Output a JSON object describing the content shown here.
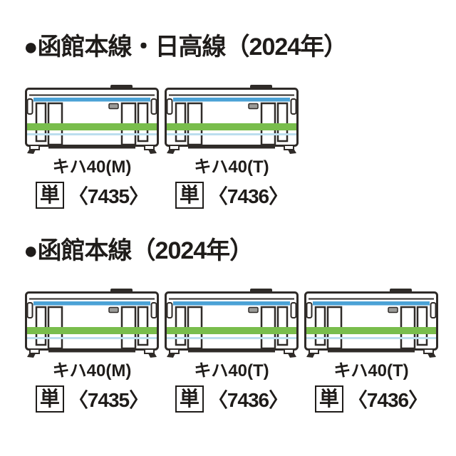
{
  "colors": {
    "outline_dark": "#2f2b28",
    "text_dark": "#1f1c1a",
    "stripe_blue": "#4ba2d6",
    "band_green": "#79bd4c",
    "line_lightblue": "#bcdeee",
    "window_gray": "#9b9b98",
    "page_bg": "#ffffff"
  },
  "sections": [
    {
      "heading": "●函館本線・日高線（2024年）",
      "cars": [
        {
          "name": "キハ40(M)",
          "unit_label": "単",
          "product_number": "〈7435〉"
        },
        {
          "name": "キハ40(T)",
          "unit_label": "単",
          "product_number": "〈7436〉"
        }
      ]
    },
    {
      "heading": "●函館本線（2024年）",
      "cars": [
        {
          "name": "キハ40(M)",
          "unit_label": "単",
          "product_number": "〈7435〉"
        },
        {
          "name": "キハ40(T)",
          "unit_label": "単",
          "product_number": "〈7436〉"
        },
        {
          "name": "キハ40(T)",
          "unit_label": "単",
          "product_number": "〈7436〉"
        }
      ]
    }
  ]
}
